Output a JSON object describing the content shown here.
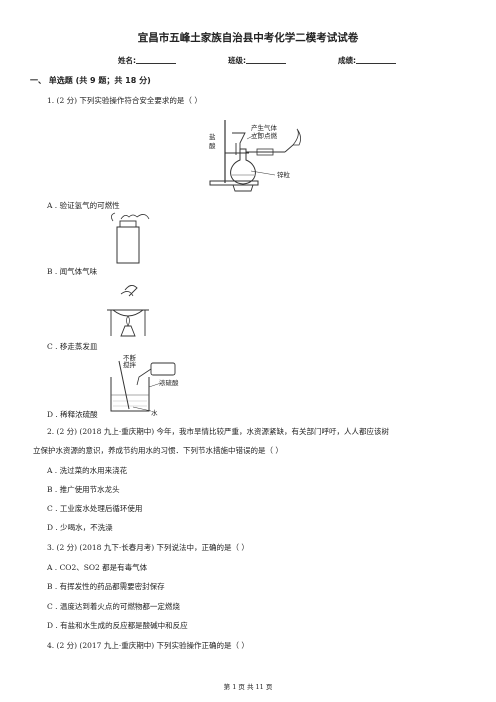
{
  "doc": {
    "title": "宜昌市五峰土家族自治县中考化学二模考试试卷",
    "name_label": "姓名:",
    "class_label": "班级:",
    "score_label": "成绩:"
  },
  "section": {
    "title": "一、 单选题 (共 9 题；共 18 分)"
  },
  "q1": {
    "stem": "1.  (2 分)  下列实验操作符合安全要求的是（      ）",
    "figure_labels": {
      "funnel": "盐",
      "acid": "酸",
      "gas1": "产生气体",
      "gas2": "立即点燃",
      "zinc": "锌粒"
    },
    "options": [
      "A . 验证氢气的可燃性",
      "B . 闻气体气味",
      "C . 移走蒸发皿",
      "D . 稀释浓硫酸"
    ],
    "d_labels": {
      "stir1": "不断",
      "stir2": "搅拌",
      "acid": "浓硫酸",
      "water": "水"
    }
  },
  "q2": {
    "stem1": "2.  (2 分)  (2018 九上·重庆期中) 今年，我市旱情比较严重，水资源紧缺，有关部门呼吁，人人都应该树",
    "stem2": "立保护水资源的意识，养成节约用水的习惯．下列节水措施中错误的是（     ）",
    "options": [
      "A . 洗过菜的水用来浇花",
      "B . 推广使用节水龙头",
      "C . 工业废水处理后循环使用",
      "D . 少喝水，不洗澡"
    ]
  },
  "q3": {
    "stem": "3.  (2 分)  (2018 九下·长春月考) 下列说法中，正确的是（      ）",
    "options": [
      "A . CO2、SO2 都是有毒气体",
      "B . 有挥发性的药品都需要密封保存",
      "C . 温度达到着火点的可燃物都一定燃烧",
      "D . 有盐和水生成的反应都是酸碱中和反应"
    ]
  },
  "q4": {
    "stem": "4.  (2 分)  (2017 九上·重庆期中) 下列实验操作正确的是（      ）"
  },
  "footer": {
    "page": "第 1 页 共 11 页"
  }
}
